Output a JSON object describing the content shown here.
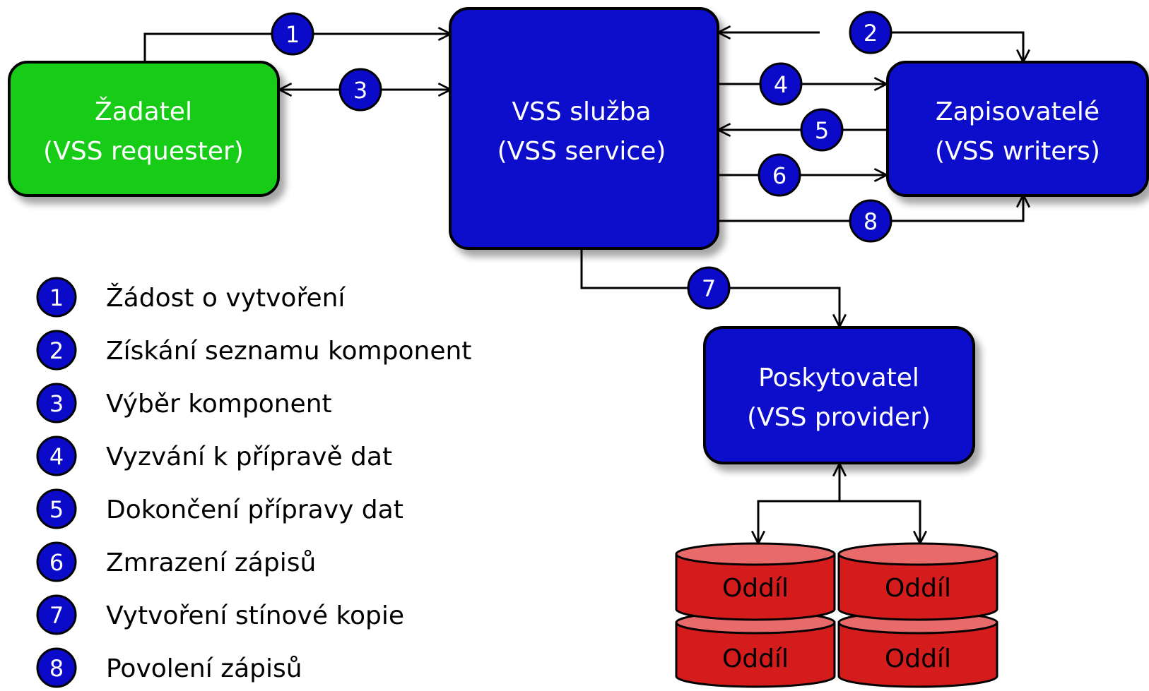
{
  "colors": {
    "requester": "#13cc13",
    "service": "#0a0acc",
    "badge": "#0a0ac8",
    "disk": "#d41c1c",
    "disk_top": "#e96a6a",
    "line": "#000000"
  },
  "nodes": {
    "requester": {
      "line1": "Žadatel",
      "line2": "(VSS requester)"
    },
    "service": {
      "line1": "VSS služba",
      "line2": "(VSS service)"
    },
    "writers": {
      "line1": "Zapisovatelé",
      "line2": "(VSS writers)"
    },
    "provider": {
      "line1": "Poskytovatel",
      "line2": "(VSS provider)"
    }
  },
  "badges": [
    "1",
    "2",
    "3",
    "4",
    "5",
    "6",
    "7",
    "8"
  ],
  "disks": [
    "Oddíl",
    "Oddíl",
    "Oddíl",
    "Oddíl"
  ],
  "legend": [
    {
      "num": "1",
      "text": "Žádost o vytvoření"
    },
    {
      "num": "2",
      "text": "Získání seznamu komponent"
    },
    {
      "num": "3",
      "text": "Výběr komponent"
    },
    {
      "num": "4",
      "text": "Vyzvání k přípravě dat"
    },
    {
      "num": "5",
      "text": "Dokončení přípravy dat"
    },
    {
      "num": "6",
      "text": "Zmrazení zápisů"
    },
    {
      "num": "7",
      "text": "Vytvoření stínové kopie"
    },
    {
      "num": "8",
      "text": "Povolení zápisů"
    }
  ]
}
